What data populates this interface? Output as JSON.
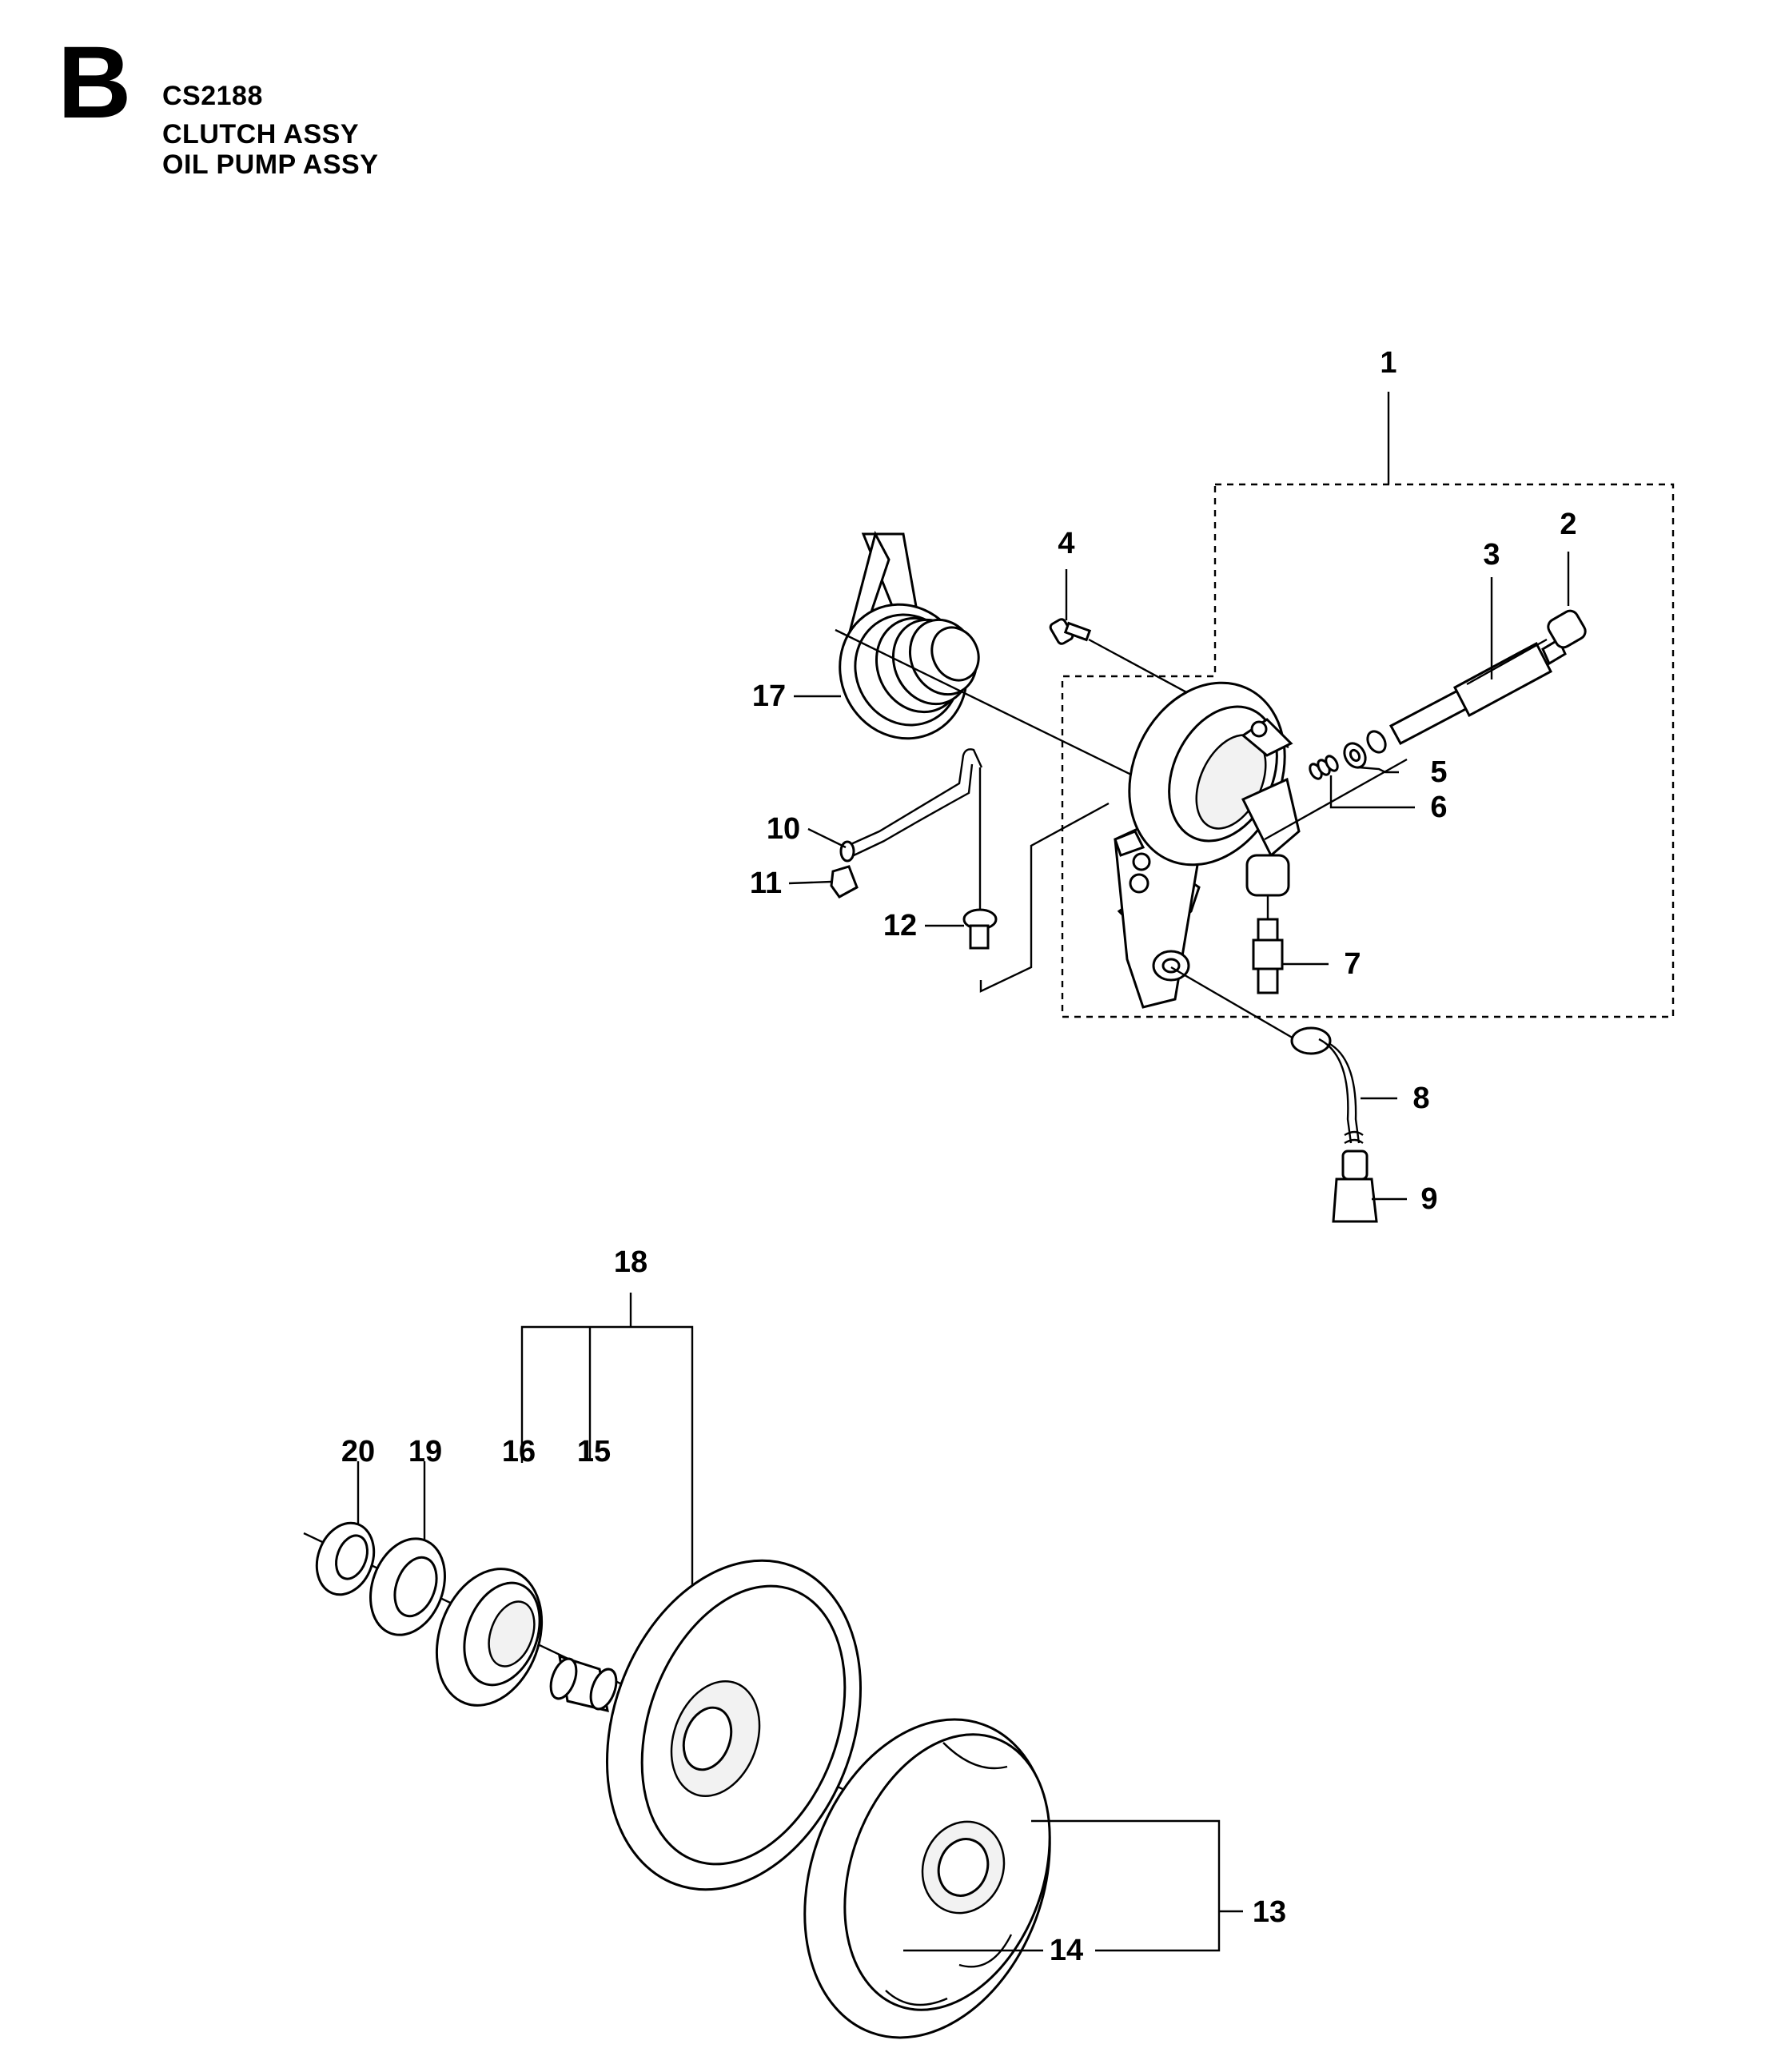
{
  "header": {
    "section_letter": "B",
    "model": "CS2188",
    "title_line_1": "CLUTCH ASSY",
    "title_line_2": "OIL PUMP ASSY"
  },
  "callouts": [
    "1",
    "2",
    "3",
    "4",
    "5",
    "6",
    "7",
    "8",
    "9",
    "10",
    "11",
    "12",
    "13",
    "14",
    "15",
    "16",
    "17",
    "18",
    "19",
    "20"
  ]
}
